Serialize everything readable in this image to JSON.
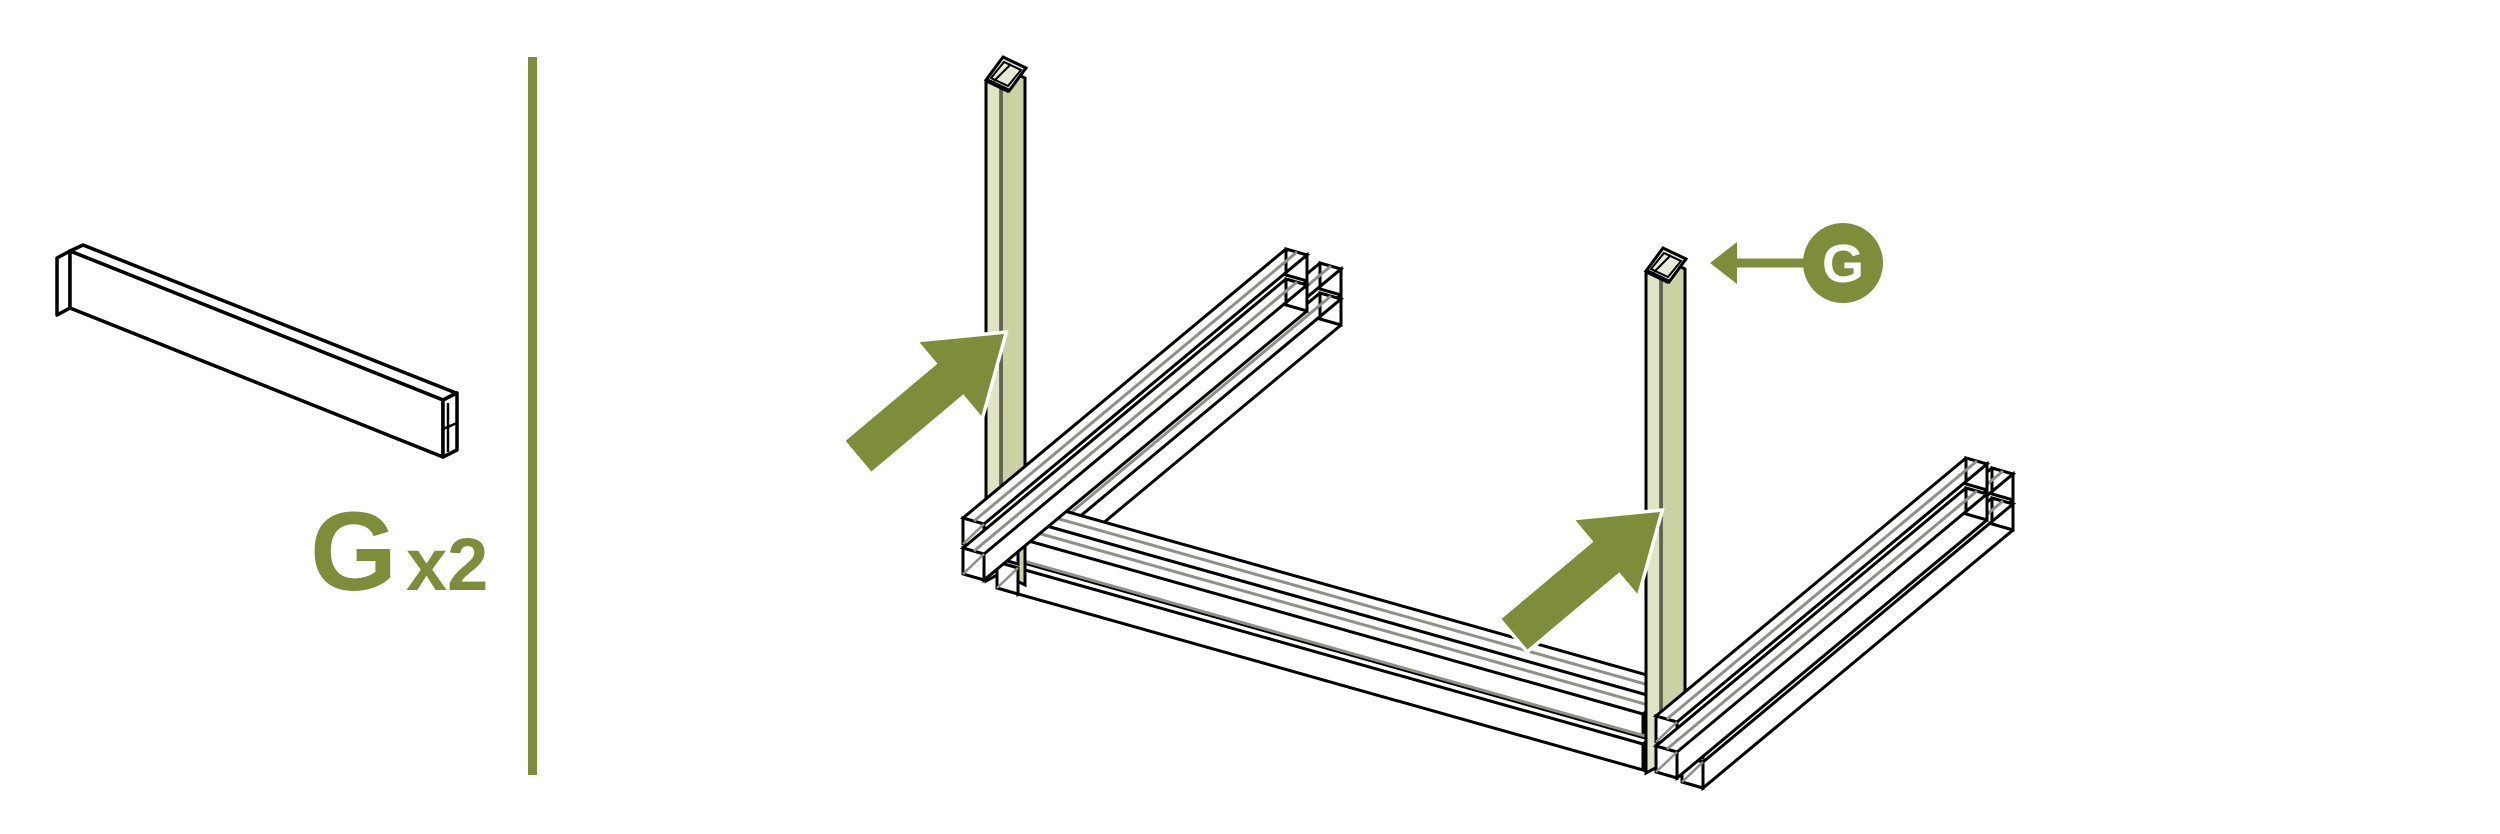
{
  "page": {
    "background": "#ffffff"
  },
  "left_panel": {
    "part_letter": "G",
    "quantity_label": "x2"
  },
  "diagram": {
    "callout_letter": "G"
  },
  "colors": {
    "olive": "#7e8d3a",
    "post_face": "#ccd1a3",
    "post_side": "#e0e3c4",
    "cap_fill": "#e9ebd8",
    "line_gray": "#8f9089",
    "outline": "#000000",
    "background": "#ffffff"
  },
  "icons": {
    "insert_arrow": "arrow-up-right",
    "callout_arrow": "arrow-left",
    "part_badge": "circle-letter-badge"
  }
}
